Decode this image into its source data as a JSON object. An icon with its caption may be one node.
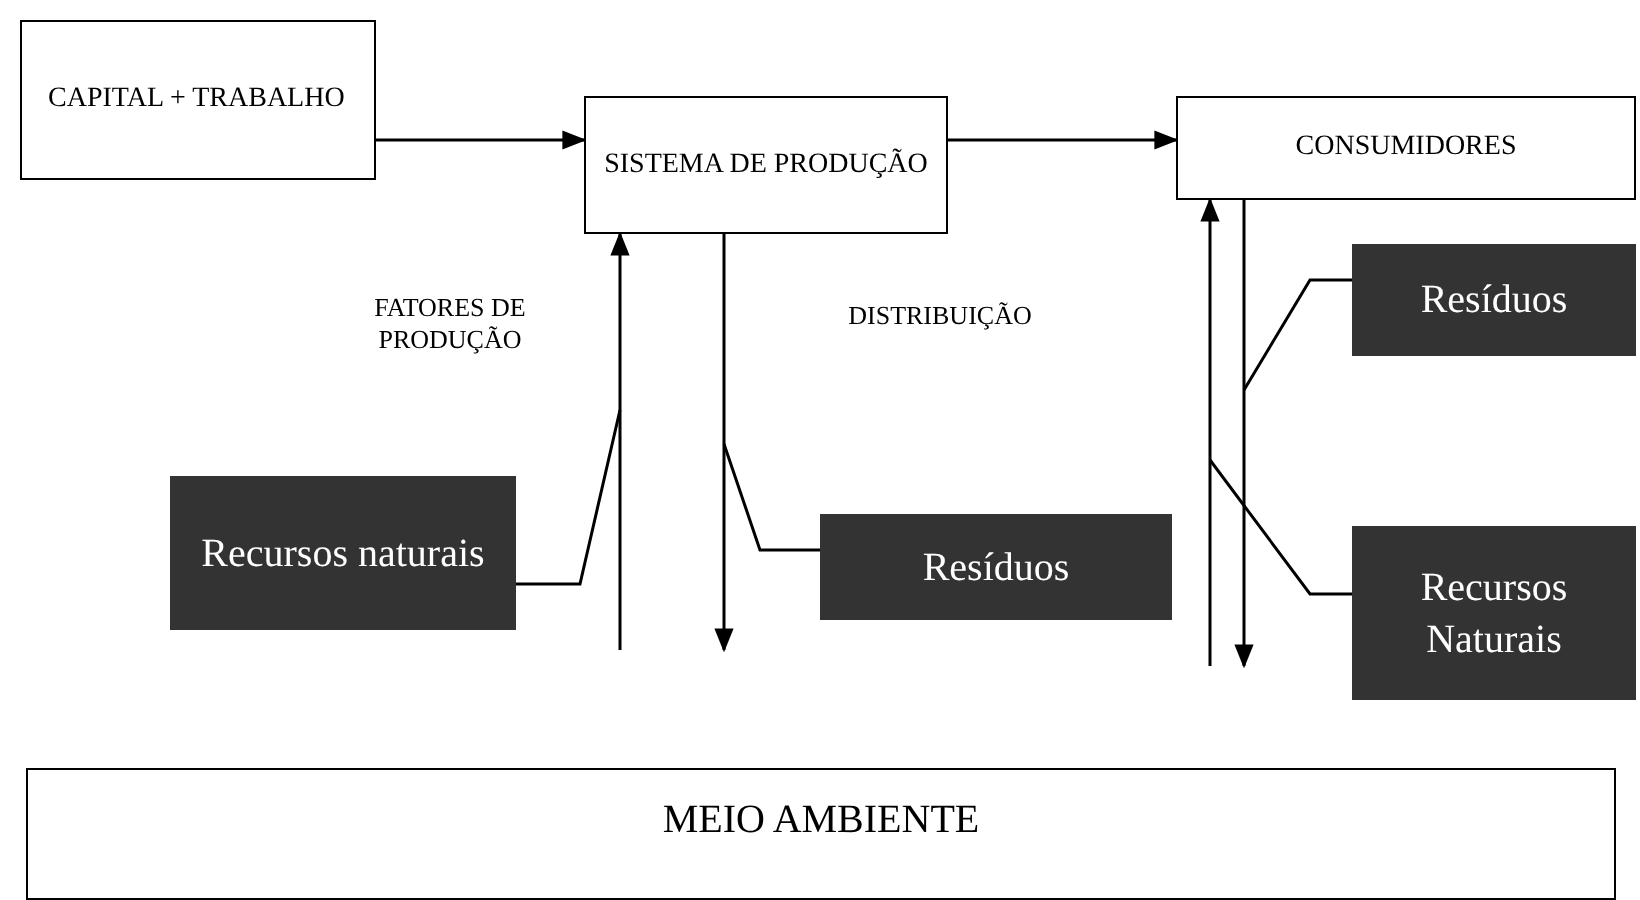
{
  "diagram": {
    "nodes": [
      {
        "text": [
          "CAPITAL + TRABALHO"
        ]
      },
      {
        "text": [
          "SISTEMA DE PRODUÇÃO"
        ]
      },
      {
        "text": [
          "CONSUMIDORES"
        ]
      },
      {
        "text": [
          "Recursos naturais"
        ]
      },
      {
        "text": [
          "Resíduos"
        ]
      },
      {
        "text": [
          "Resíduos"
        ]
      },
      {
        "text": [
          "Recursos Naturais"
        ]
      },
      {
        "text": [
          "MEIO AMBIENTE"
        ]
      }
    ],
    "edges": [
      {
        "from": 0,
        "to": 1,
        "arrow": "to"
      },
      {
        "from": 1,
        "to": 2,
        "arrow": "to"
      },
      {
        "from": null,
        "to": 1,
        "arrow": "to"
      },
      {
        "from": 1,
        "to": null,
        "arrow": "to"
      },
      {
        "from": null,
        "to": 2,
        "arrow": "to"
      },
      {
        "from": 2,
        "to": null,
        "arrow": "to"
      },
      {
        "from": 3,
        "to": null,
        "arrow": "none"
      },
      {
        "from": 4,
        "to": null,
        "arrow": "none"
      },
      {
        "from": 5,
        "to": null,
        "arrow": "none"
      },
      {
        "from": 6,
        "to": null,
        "arrow": "none"
      }
    ],
    "labels": [
      "FATORES DE PRODUÇÃO",
      "DISTRIBUIÇÃO"
    ]
  }
}
